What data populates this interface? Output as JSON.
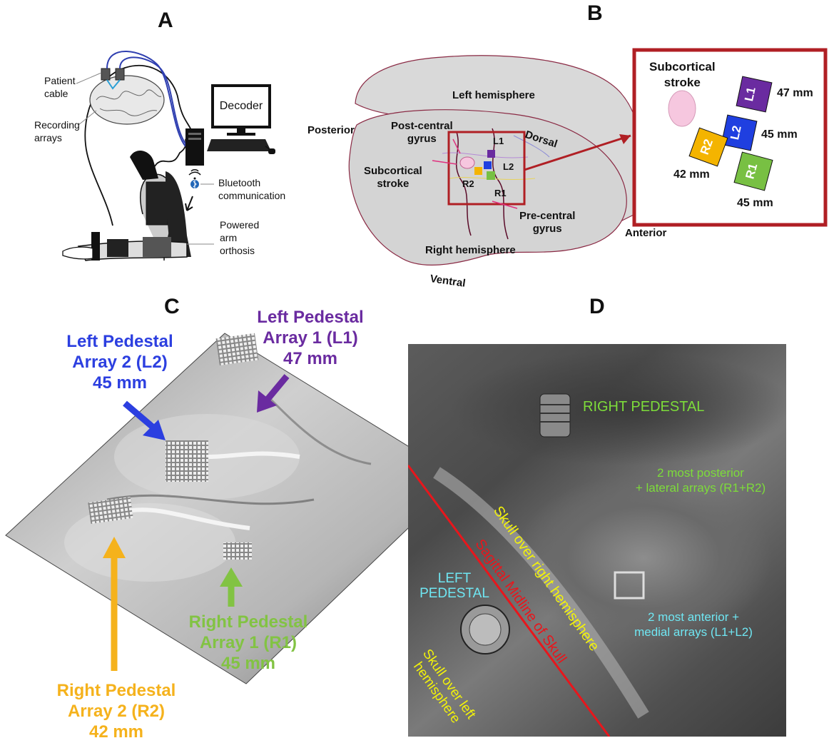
{
  "panels": {
    "a": "A",
    "b": "B",
    "c": "C",
    "d": "D"
  },
  "panel_a": {
    "patient_cable": "Patient\ncable",
    "recording_arrays": "Recording\narrays",
    "decoder": "Decoder",
    "bluetooth": "Bluetooth\ncommunication",
    "powered_orthosis": "Powered\narm\northosis"
  },
  "panel_b": {
    "left_hemisphere": "Left hemisphere",
    "posterior": "Posterior",
    "dorsal": "Dorsal",
    "post_central": "Post-central\ngyrus",
    "subcortical_stroke": "Subcortical\nstroke",
    "l1": "L1",
    "l2": "L2",
    "r1": "R1",
    "r2": "R2",
    "pre_central": "Pre-central\ngyrus",
    "anterior": "Anterior",
    "right_hemisphere": "Right hemisphere",
    "ventral": "Ventral",
    "inset": {
      "stroke_label": "Subcortical\nstroke",
      "l1_size": "47 mm",
      "l2_size": "45 mm",
      "r2_size": "42 mm",
      "r1_size": "45 mm"
    },
    "colors": {
      "l1": "#6a2ba0",
      "l2": "#1f3fe0",
      "r2": "#f4b400",
      "r1": "#78c043",
      "box": "#b01f24",
      "stroke": "#f6c7df"
    }
  },
  "panel_c": {
    "l2_label": "Left Pedestal\nArray 2 (L2)\n45 mm",
    "l1_label": "Left Pedestal\nArray 1 (L1)\n47 mm",
    "r1_label": "Right Pedestal\nArray 1 (R1)\n45 mm",
    "r2_label": "Right Pedestal\nArray 2 (R2)\n42 mm",
    "colors": {
      "l2": "#2c3fe0",
      "l1": "#6a2ba0",
      "r1": "#82c343",
      "r2": "#f5b21c"
    }
  },
  "panel_d": {
    "right_pedestal": "RIGHT PEDESTAL",
    "posterior_arrays": "2 most posterior\n+ lateral arrays (R1+R2)",
    "skull_right": "Skull over right hemisphere",
    "midline": "Sagittal Midline of Skull",
    "left_pedestal": "LEFT\nPEDESTAL",
    "anterior_arrays": "2 most anterior +\nmedial arrays (L1+L2)",
    "skull_left": "Skull over left\nhemisphere",
    "colors": {
      "green": "#7ddc3a",
      "yellow": "#f2f20a",
      "red": "#e8161c",
      "cyan": "#6fe6f2"
    }
  }
}
